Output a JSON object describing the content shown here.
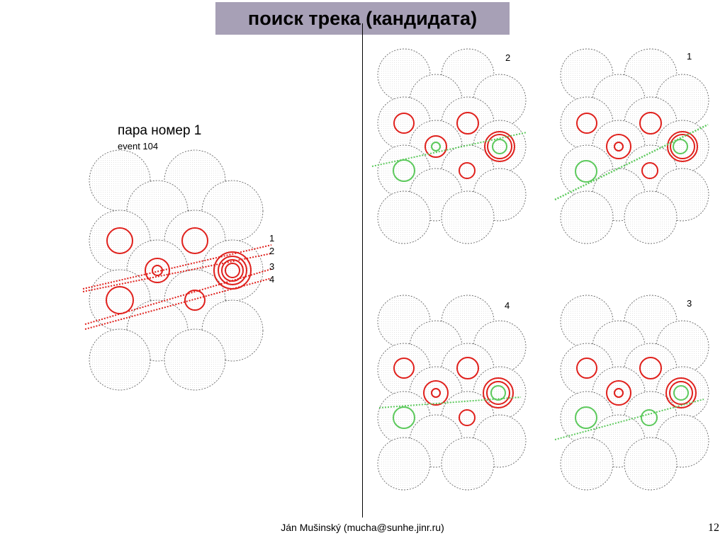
{
  "slide": {
    "title": "поиск трека (кандидата)",
    "pair_title": "пара номер 1",
    "event_label": "event 104",
    "footer": "Ján Mušinský (mucha@sunhe.jinr.ru)",
    "page_number": "12"
  },
  "main_diagram": {
    "line_labels": [
      "1",
      "2",
      "3",
      "4"
    ]
  },
  "panels": [
    {
      "label": "2"
    },
    {
      "label": "1"
    },
    {
      "label": "4"
    },
    {
      "label": "3"
    }
  ],
  "colors": {
    "title_bar": "#a7a0b6",
    "ring_red": "#e0201c",
    "ring_green": "#5cc95c",
    "mirror_outline": "#555555"
  }
}
